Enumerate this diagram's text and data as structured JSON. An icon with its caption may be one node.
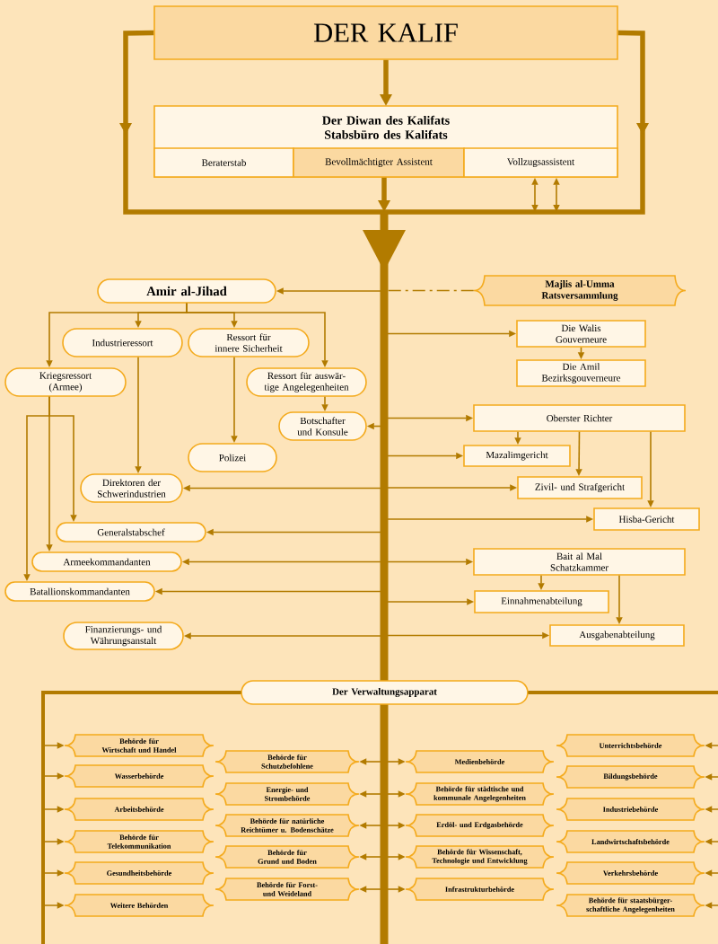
{
  "diagram": {
    "nodes": [
      {
        "text": [
          "DER KALIF"
        ]
      },
      {
        "text": [
          "Der Diwan des Kalifats Stabsbüro des Kalifats"
        ]
      },
      {
        "text": [
          "Beraterstab"
        ],
        "in": 1
      },
      {
        "text": [
          "Bevollmächtigter Assistent"
        ],
        "in": 1
      },
      {
        "text": [
          "Vollzugsassistent"
        ],
        "in": 1
      },
      {
        "text": [
          "Amir al-Jihad"
        ]
      },
      {
        "text": [
          "Majlis al-Umma Ratsversammlung"
        ]
      },
      {
        "text": [
          "Industrieressort"
        ]
      },
      {
        "text": [
          "Ressort für innere Sicherheit"
        ]
      },
      {
        "text": [
          "Kriegsressort (Armee)"
        ]
      },
      {
        "text": [
          "Ressort für auswär- tige Angelegenheiten"
        ]
      },
      {
        "text": [
          "Botschafter und Konsule"
        ]
      },
      {
        "text": [
          "Polizei"
        ]
      },
      {
        "text": [
          "Direktoren der Schwerindustrien"
        ]
      },
      {
        "text": [
          "Generalstabschef"
        ]
      },
      {
        "text": [
          "Armeekommandanten"
        ]
      },
      {
        "text": [
          "Batallionskommandanten"
        ]
      },
      {
        "text": [
          "Finanzierungs- und Währungsanstalt"
        ]
      },
      {
        "text": [
          "Die Walis Gouverneure"
        ]
      },
      {
        "text": [
          "Die Amil Bezirksgouverneure"
        ]
      },
      {
        "text": [
          "Oberster Richter"
        ]
      },
      {
        "text": [
          "Mazalimgericht"
        ]
      },
      {
        "text": [
          "Zivil- und Strafgericht"
        ]
      },
      {
        "text": [
          "Hisba-Gericht"
        ]
      },
      {
        "text": [
          "Bait al Mal Schatzkammer"
        ]
      },
      {
        "text": [
          "Einnahmenabteilung"
        ]
      },
      {
        "text": [
          "Ausgabenabteilung"
        ]
      },
      {
        "text": [
          "Der Verwaltungsapparat"
        ]
      },
      {
        "text": [
          "Behörde für Wirtschaft und Handel"
        ]
      },
      {
        "text": [
          "Wasserbehörde"
        ]
      },
      {
        "text": [
          "Arbeitsbehörde"
        ]
      },
      {
        "text": [
          "Behörde für Telekommunikation"
        ]
      },
      {
        "text": [
          "Gesundheitsbehörde"
        ]
      },
      {
        "text": [
          "Weitere Behörden"
        ]
      },
      {
        "text": [
          "Behörde für Schutzbefohlene"
        ]
      },
      {
        "text": [
          "Energie- und Strombehörde"
        ]
      },
      {
        "text": [
          "Behörde für natürliche Reichtümer u. Bodenschätze"
        ]
      },
      {
        "text": [
          "Behörde für Grund und Boden"
        ]
      },
      {
        "text": [
          "Behörde für Forst- und Weideland"
        ]
      },
      {
        "text": [
          "Medienbehörde"
        ]
      },
      {
        "text": [
          "Behörde für städtische und kommunale Angelegenheiten"
        ]
      },
      {
        "text": [
          "Erdöl- und Erdgasbehörde"
        ]
      },
      {
        "text": [
          "Behörde für Wissenschaft, Technologie und Entwicklung"
        ]
      },
      {
        "text": [
          "Infrastrukturbehörde"
        ]
      },
      {
        "text": [
          "Unterrichtsbehörde"
        ]
      },
      {
        "text": [
          "Bildungsbehörde"
        ]
      },
      {
        "text": [
          "Industriebehörde"
        ]
      },
      {
        "text": [
          "Landwirtschaftsbehörde"
        ]
      },
      {
        "text": [
          "Verkehrsbehörde"
        ]
      },
      {
        "text": [
          "Behörde für staatsbürger- schaftliche Angelegenheiten"
        ]
      }
    ],
    "edges": [
      {
        "from": 0,
        "to": 1,
        "arrow": "to",
        "style": "thick"
      },
      {
        "from": 0,
        "to": null,
        "arrow": "to",
        "style": "thick"
      },
      {
        "from": 0,
        "to": null,
        "arrow": "to",
        "style": "thick"
      },
      {
        "from": 3,
        "to": null,
        "arrow": "to",
        "style": "thick"
      },
      {
        "from": 4,
        "to": null,
        "arrow": "both"
      },
      {
        "from": 4,
        "to": null,
        "arrow": "both"
      },
      {
        "from": null,
        "to": 5,
        "arrow": "to"
      },
      {
        "from": 6,
        "to": null,
        "arrow": "none",
        "style": "dashed"
      },
      {
        "from": 5,
        "to": 7,
        "arrow": "to"
      },
      {
        "from": 5,
        "to": 8,
        "arrow": "to"
      },
      {
        "from": 5,
        "to": 9,
        "arrow": "to"
      },
      {
        "from": 5,
        "to": 10,
        "arrow": "to"
      },
      {
        "from": 7,
        "to": 13,
        "arrow": "to"
      },
      {
        "from": 8,
        "to": 12,
        "arrow": "to"
      },
      {
        "from": 10,
        "to": 11,
        "arrow": "to"
      },
      {
        "from": null,
        "to": 11,
        "arrow": "to"
      },
      {
        "from": 9,
        "to": 14,
        "arrow": "to"
      },
      {
        "from": 9,
        "to": 15,
        "arrow": "to"
      },
      {
        "from": 9,
        "to": 16,
        "arrow": "to"
      },
      {
        "from": null,
        "to": 13,
        "arrow": "to"
      },
      {
        "from": null,
        "to": 14,
        "arrow": "to"
      },
      {
        "from": null,
        "to": 15,
        "arrow": "to"
      },
      {
        "from": null,
        "to": 16,
        "arrow": "to"
      },
      {
        "from": null,
        "to": 17,
        "arrow": "to"
      },
      {
        "from": null,
        "to": 18,
        "arrow": "to"
      },
      {
        "from": 18,
        "to": 19,
        "arrow": "to"
      },
      {
        "from": null,
        "to": 20,
        "arrow": "to"
      },
      {
        "from": 20,
        "to": 21,
        "arrow": "to"
      },
      {
        "from": 20,
        "to": 22,
        "arrow": "to"
      },
      {
        "from": 20,
        "to": 23,
        "arrow": "to"
      },
      {
        "from": null,
        "to": 21,
        "arrow": "to"
      },
      {
        "from": null,
        "to": 22,
        "arrow": "to"
      },
      {
        "from": null,
        "to": 23,
        "arrow": "to"
      },
      {
        "from": null,
        "to": 24,
        "arrow": "to"
      },
      {
        "from": 24,
        "to": 25,
        "arrow": "to"
      },
      {
        "from": 24,
        "to": 26,
        "arrow": "to"
      },
      {
        "from": null,
        "to": 25,
        "arrow": "to"
      },
      {
        "from": null,
        "to": 26,
        "arrow": "to"
      },
      {
        "from": 27,
        "to": 28,
        "arrow": "to"
      },
      {
        "from": 27,
        "to": 29,
        "arrow": "to"
      },
      {
        "from": 27,
        "to": 30,
        "arrow": "to"
      },
      {
        "from": 27,
        "to": 31,
        "arrow": "to"
      },
      {
        "from": 27,
        "to": 32,
        "arrow": "to"
      },
      {
        "from": 27,
        "to": 33,
        "arrow": "to"
      },
      {
        "from": null,
        "to": 34,
        "arrow": "to"
      },
      {
        "from": null,
        "to": 35,
        "arrow": "to"
      },
      {
        "from": null,
        "to": 36,
        "arrow": "to"
      },
      {
        "from": null,
        "to": 37,
        "arrow": "to"
      },
      {
        "from": null,
        "to": 38,
        "arrow": "to"
      },
      {
        "from": null,
        "to": 39,
        "arrow": "to"
      },
      {
        "from": null,
        "to": 40,
        "arrow": "to"
      },
      {
        "from": null,
        "to": 41,
        "arrow": "to"
      },
      {
        "from": null,
        "to": 42,
        "arrow": "to"
      },
      {
        "from": null,
        "to": 43,
        "arrow": "to"
      },
      {
        "from": 27,
        "to": 44,
        "arrow": "to"
      },
      {
        "from": 27,
        "to": 45,
        "arrow": "to"
      },
      {
        "from": 27,
        "to": 46,
        "arrow": "to"
      },
      {
        "from": 27,
        "to": 47,
        "arrow": "to"
      },
      {
        "from": 27,
        "to": 48,
        "arrow": "to"
      },
      {
        "from": 27,
        "to": 49,
        "arrow": "to"
      }
    ]
  }
}
